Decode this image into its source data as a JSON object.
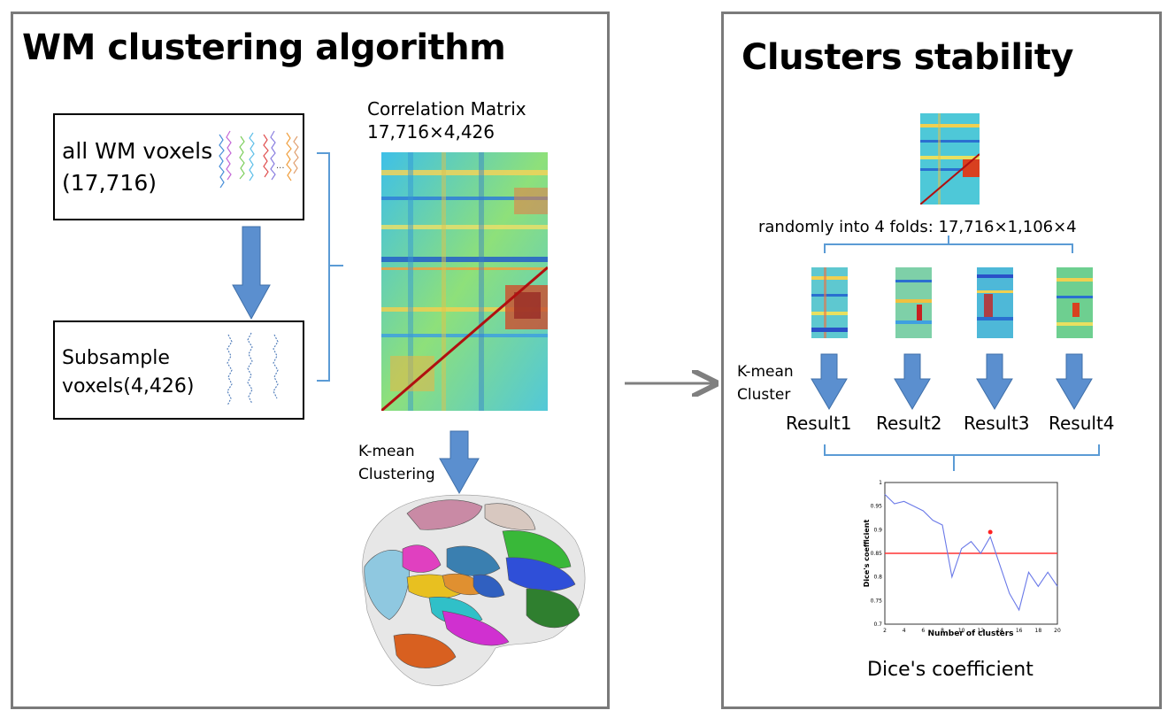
{
  "left_panel": {
    "title": "WM clustering algorithm",
    "box_all": {
      "line1": "all WM voxels",
      "line2": "(17,716)"
    },
    "box_sub": {
      "line1": "Subsample",
      "line2": "voxels(4,426)"
    },
    "matrix_label_line1": "Correlation Matrix",
    "matrix_label_line2": "17,716×4,426",
    "kmean_label_line1": "K-mean",
    "kmean_label_line2": "Clustering"
  },
  "right_panel": {
    "title": "Clusters stability",
    "folds_label": "randomly into 4 folds: 17,716×1,106×4",
    "kmean_label_line1": "K-mean",
    "kmean_label_line2": "Cluster",
    "results": [
      "Result1",
      "Result2",
      "Result3",
      "Result4"
    ],
    "caption": "Dice's coefficient"
  },
  "chart_data": {
    "type": "line",
    "xlabel": "Number of clusters",
    "ylabel": "Dice's coefficient",
    "xlim": [
      2,
      20
    ],
    "ylim": [
      0.7,
      1.0
    ],
    "xticks": [
      "2",
      "4",
      "6",
      "8",
      "10",
      "12",
      "14",
      "16",
      "18",
      "20"
    ],
    "yticks": [
      "0.7",
      "0.75",
      "0.8",
      "0.85",
      "0.9",
      "0.95",
      "1"
    ],
    "x": [
      2,
      3,
      4,
      5,
      6,
      7,
      8,
      9,
      10,
      11,
      12,
      13,
      14,
      15,
      16,
      17,
      18,
      19,
      20
    ],
    "series": [
      {
        "values": [
          0.975,
          0.955,
          0.96,
          0.95,
          0.94,
          0.92,
          0.91,
          0.8,
          0.86,
          0.875,
          0.85,
          0.885,
          0.825,
          0.765,
          0.73,
          0.81,
          0.78,
          0.81,
          0.78
        ]
      }
    ],
    "threshold": 0.85,
    "highlight": {
      "x": 13,
      "y": 0.895
    },
    "colors": {
      "line": "#6a79e8",
      "threshold": "#ff3333",
      "highlight": "#ff2222"
    }
  },
  "colors": {
    "arrow": "#5b8fcf",
    "bracket": "#5b9bd5",
    "connector": "#7f7f7f",
    "panel_border": "#7a7a7a"
  }
}
